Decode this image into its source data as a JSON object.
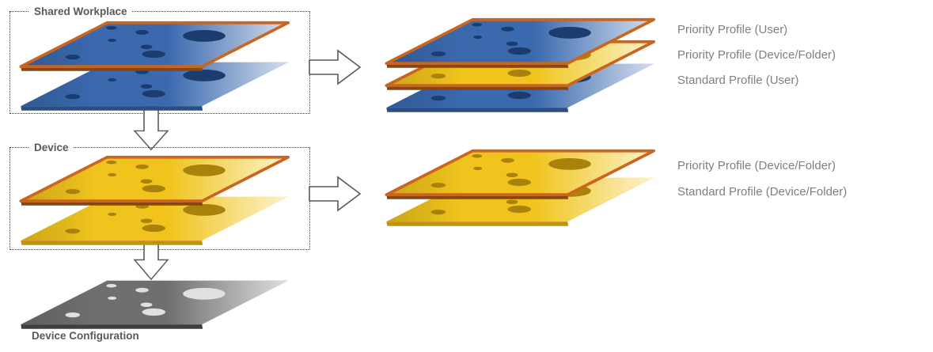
{
  "titles": {
    "shared_workplace": "Shared Workplace",
    "device": "Device",
    "device_configuration": "Device Configuration"
  },
  "stacks": {
    "top": [
      "Priority Profile (User)",
      "Priority Profile (Device/Folder)",
      "Standard Profile (User)"
    ],
    "middle": [
      "Priority Profile (Device/Folder)",
      "Standard Profile (Device/Folder)"
    ]
  },
  "icons": {
    "arrow_right": "block-arrow-right-icon",
    "arrow_down": "block-arrow-down-icon",
    "layer": "perforated-layer-icon"
  },
  "colors": {
    "blue-face": "#3a69ae",
    "blue-hole": "#1b3c6e",
    "blue-edge": "#274e85",
    "yellow-face": "#f0c41c",
    "yellow-hole": "#a8820a",
    "yellow-edge": "#c39310",
    "gray-face": "#6f6f6f",
    "gray-hole": "#e0e0e0",
    "gray-edge": "#3e3e3e",
    "orange-border": "#c9651f",
    "orange-edge": "#8a4513",
    "arrow-stroke": "#595959",
    "title-color": "#595959",
    "label-color": "#7f7f7f"
  }
}
